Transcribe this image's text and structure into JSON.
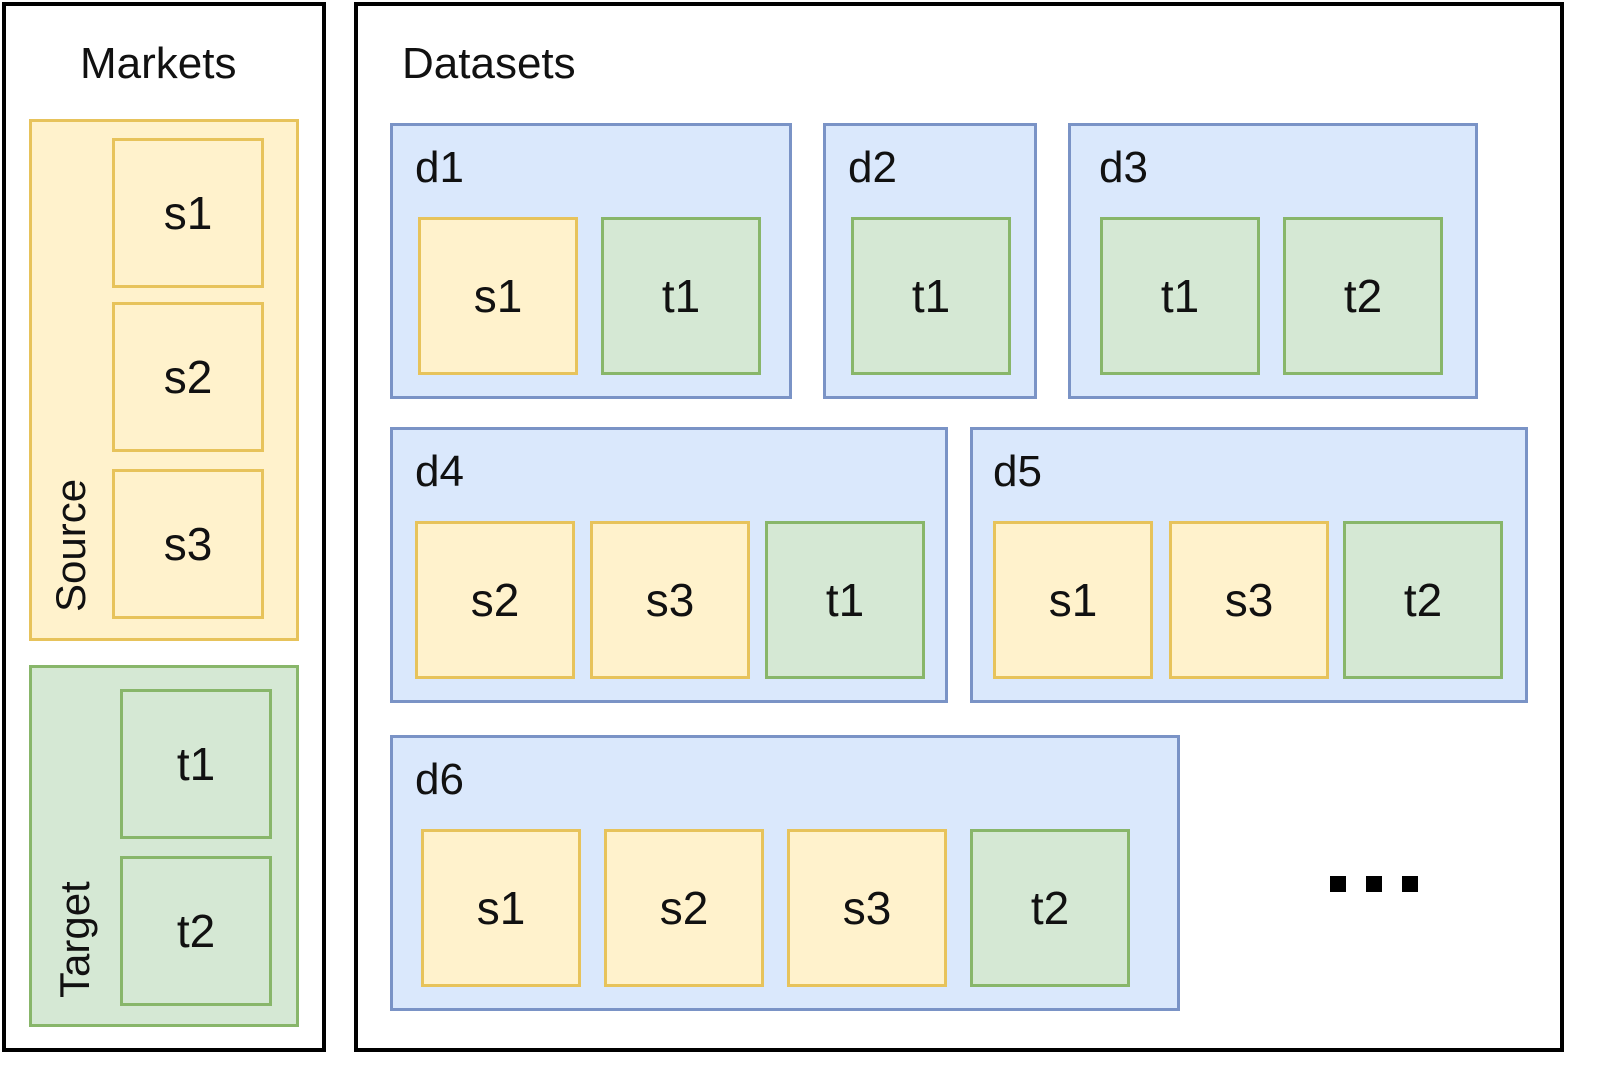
{
  "markets": {
    "title": "Markets",
    "source": {
      "label": "Source",
      "items": [
        "s1",
        "s2",
        "s3"
      ]
    },
    "target": {
      "label": "Target",
      "items": [
        "t1",
        "t2"
      ]
    }
  },
  "datasets": {
    "title": "Datasets",
    "list": [
      {
        "name": "d1",
        "items": [
          "s1",
          "t1"
        ]
      },
      {
        "name": "d2",
        "items": [
          "t1"
        ]
      },
      {
        "name": "d3",
        "items": [
          "t1",
          "t2"
        ]
      },
      {
        "name": "d4",
        "items": [
          "s2",
          "s3",
          "t1"
        ]
      },
      {
        "name": "d5",
        "items": [
          "s1",
          "s3",
          "t2"
        ]
      },
      {
        "name": "d6",
        "items": [
          "s1",
          "s2",
          "s3",
          "t2"
        ]
      }
    ],
    "more_indicator": "ellipsis"
  },
  "colors": {
    "source_fill": "#fff2cc",
    "source_border": "#e7c35b",
    "target_fill": "#d5e8d4",
    "target_border": "#88b66a",
    "dataset_fill": "#dae8fc",
    "dataset_border": "#7a93c6"
  }
}
